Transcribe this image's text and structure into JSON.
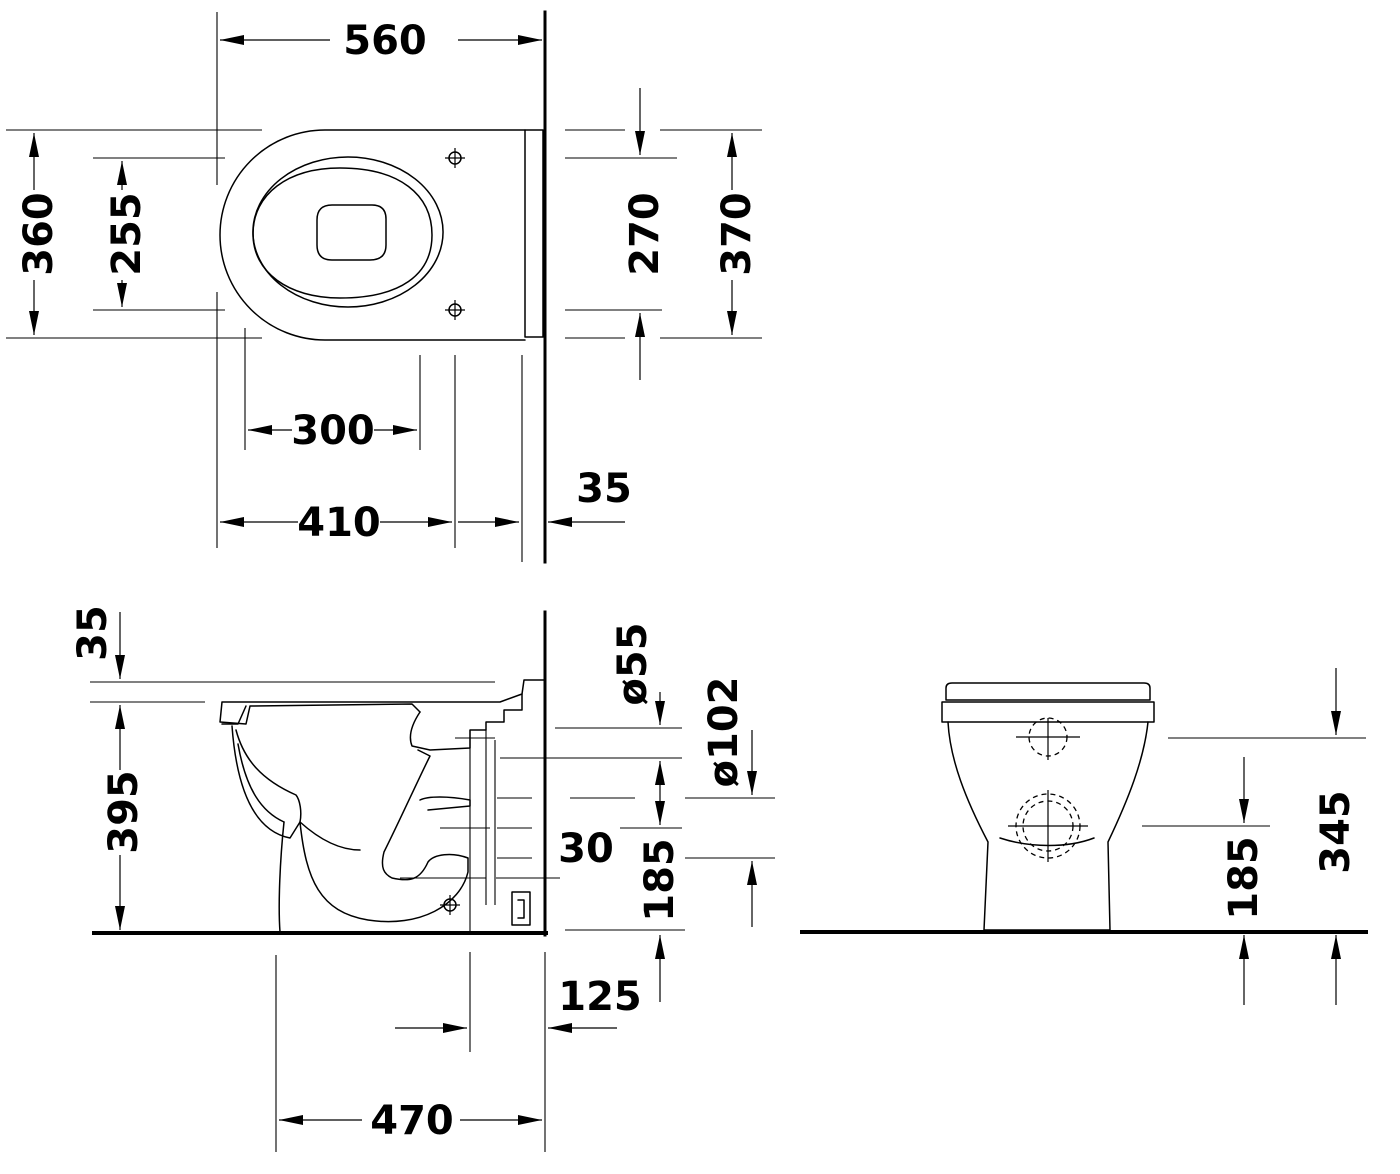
{
  "top_view": {
    "dim_width": "560",
    "dim_depth_outer": "360",
    "dim_depth_inner": "255",
    "dim_fix_depth": "270",
    "dim_overall_depth": "370",
    "dim_bowl_length": "300",
    "dim_fix_distance": "410",
    "dim_wall_offset": "35"
  },
  "side_view": {
    "dim_seat_thickness": "35",
    "dim_height": "395",
    "dim_inlet_diameter": "ø55",
    "dim_outlet_diameter": "ø102",
    "dim_step": "30",
    "dim_outlet_height": "185",
    "dim_floor_offset": "125",
    "dim_length": "470"
  },
  "front_view": {
    "dim_outlet_height": "185",
    "dim_total_height": "345"
  }
}
